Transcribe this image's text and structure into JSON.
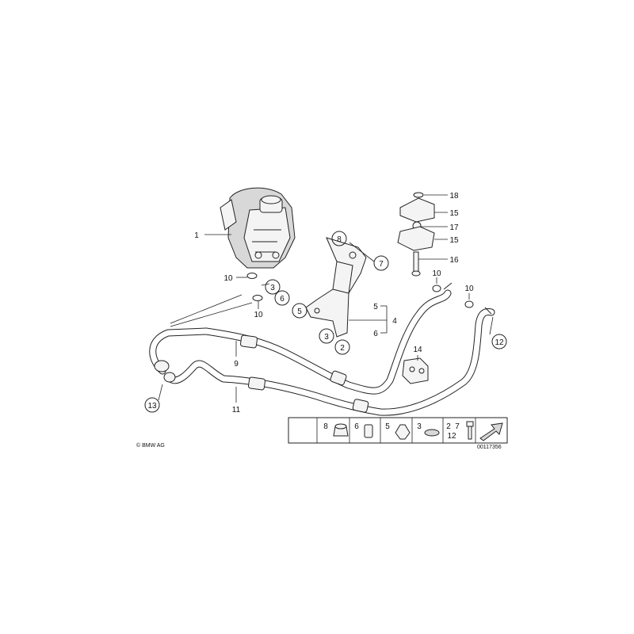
{
  "diagram": {
    "callouts": [
      {
        "id": "c1",
        "label": "1",
        "circled": false
      },
      {
        "id": "c2",
        "label": "2",
        "circled": true
      },
      {
        "id": "c3a",
        "label": "3",
        "circled": true
      },
      {
        "id": "c3b",
        "label": "3",
        "circled": true
      },
      {
        "id": "c4",
        "label": "4",
        "circled": false
      },
      {
        "id": "c5a",
        "label": "5",
        "circled": true
      },
      {
        "id": "c5b",
        "label": "5",
        "circled": false
      },
      {
        "id": "c6a",
        "label": "6",
        "circled": true
      },
      {
        "id": "c6b",
        "label": "6",
        "circled": false
      },
      {
        "id": "c7",
        "label": "7",
        "circled": true
      },
      {
        "id": "c8",
        "label": "8",
        "circled": true
      },
      {
        "id": "c9",
        "label": "9",
        "circled": false
      },
      {
        "id": "c10a",
        "label": "10",
        "circled": false
      },
      {
        "id": "c10b",
        "label": "10",
        "circled": false
      },
      {
        "id": "c10c",
        "label": "10",
        "circled": false
      },
      {
        "id": "c10d",
        "label": "10",
        "circled": false
      },
      {
        "id": "c11",
        "label": "11",
        "circled": false
      },
      {
        "id": "c12",
        "label": "12",
        "circled": true
      },
      {
        "id": "c13",
        "label": "13",
        "circled": true
      },
      {
        "id": "c14",
        "label": "14",
        "circled": false
      },
      {
        "id": "c15a",
        "label": "15",
        "circled": false
      },
      {
        "id": "c15b",
        "label": "15",
        "circled": false
      },
      {
        "id": "c16",
        "label": "16",
        "circled": false
      },
      {
        "id": "c17",
        "label": "17",
        "circled": false
      },
      {
        "id": "c18",
        "label": "18",
        "circled": false
      }
    ],
    "legend": {
      "cells": [
        "8",
        "6",
        "5",
        "3",
        "2",
        "7",
        "12"
      ]
    },
    "copyright": "© BMW AG",
    "diagram_number": "00117356"
  }
}
